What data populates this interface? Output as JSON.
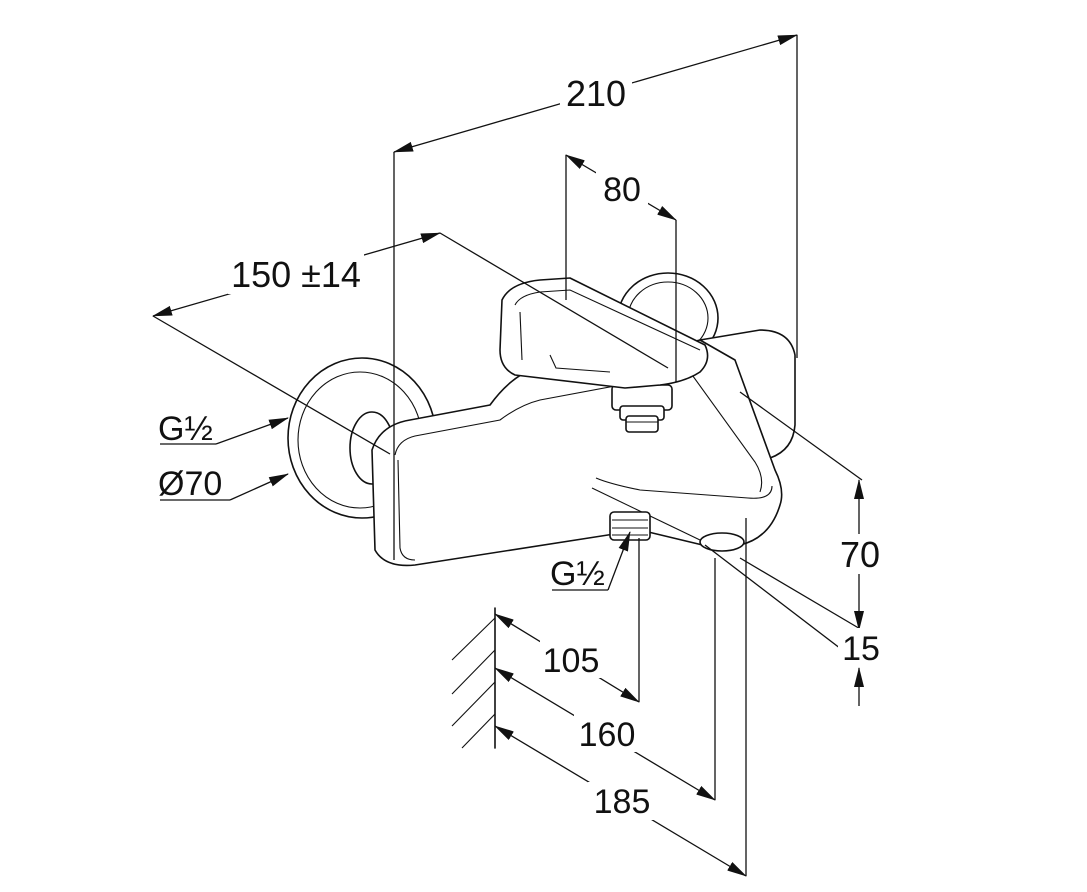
{
  "dimensions": {
    "overall_width": "210",
    "handle_offset": "80",
    "center_distance": "150 ±14",
    "inlet_thread": "G½",
    "rosette_diameter": "Ø70",
    "outlet_thread": "G½",
    "height": "70",
    "spout_clearance": "15",
    "outlet_projection": "105",
    "spout_projection_front": "160",
    "overall_depth": "185"
  }
}
